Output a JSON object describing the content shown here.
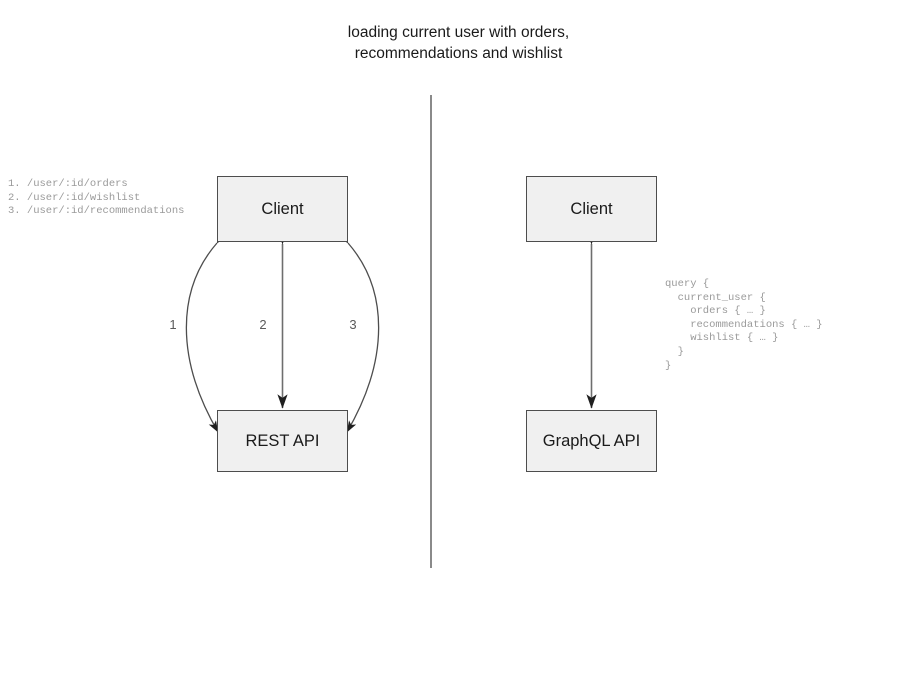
{
  "title": "loading current user with orders,\nrecommendations and wishlist",
  "rest": {
    "client_label": "Client",
    "api_label": "REST API",
    "endpoints": "1. /user/:id/orders\n2. /user/:id/wishlist\n3. /user/:id/recommendations",
    "edge_labels": [
      "1",
      "2",
      "3"
    ]
  },
  "graphql": {
    "client_label": "Client",
    "api_label": "GraphQL API",
    "query": "query {\n  current_user {\n    orders { … }\n    recommendations { … }\n    wishlist { … }\n  }\n}"
  },
  "colors": {
    "node_fill": "#f0f0f0",
    "node_border": "#4d4d4d",
    "edge": "#4d4d4d",
    "divider": "#8a8a8a",
    "code_text": "#9a9a9a",
    "title_text": "#1a1a1a"
  }
}
